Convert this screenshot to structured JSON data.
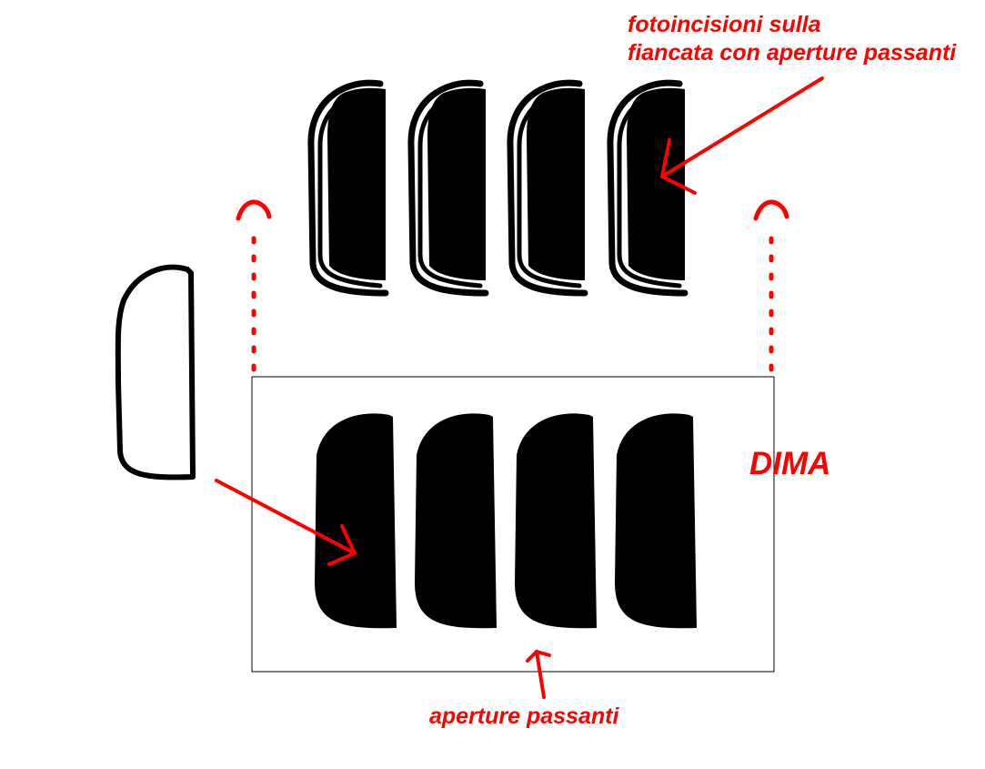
{
  "labels": {
    "top_line1": "fotoincisioni sulla",
    "top_line2": "fiancata con aperture passanti",
    "dima": "DIMA",
    "bottom": "aperture passanti"
  },
  "colors": {
    "annotation": "#ff0000",
    "ink": "#000000",
    "background": "#ffffff"
  },
  "counts": {
    "etched_slots": 4,
    "through_openings": 4
  }
}
